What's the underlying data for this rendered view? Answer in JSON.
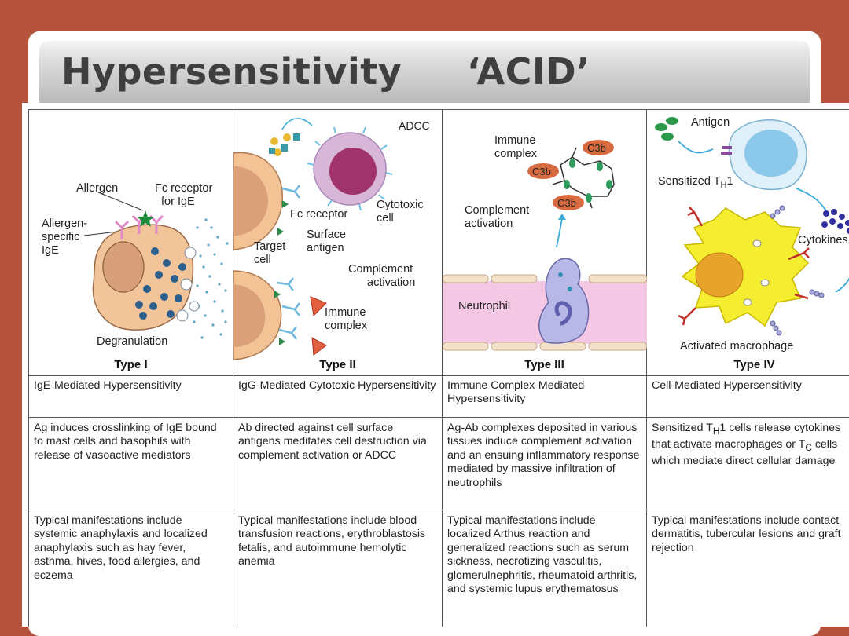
{
  "slide": {
    "title": "Hypersensitivity     ‘ACID’"
  },
  "figures": {
    "type1": {
      "allergen": "Allergen",
      "fc_receptor": "Fc receptor",
      "for_ige": "for IgE",
      "allergen_specific_1": "Allergen-",
      "allergen_specific_2": "specific",
      "allergen_specific_3": "IgE",
      "degranulation": "Degranulation",
      "label": "Type I"
    },
    "type2": {
      "adcc": "ADCC",
      "fc_receptor": "Fc receptor",
      "cytotoxic_1": "Cytotoxic",
      "cytotoxic_2": "cell",
      "surface_1": "Surface",
      "surface_2": "antigen",
      "target_1": "Target",
      "target_2": "cell",
      "complement_1": "Complement",
      "complement_2": "activation",
      "immune_1": "Immune",
      "immune_2": "complex",
      "label": "Type II"
    },
    "type3": {
      "immune_1": "Immune",
      "immune_2": "complex",
      "c3b": "C3b",
      "complement_1": "Complement",
      "complement_2": "activation",
      "neutrophil": "Neutrophil",
      "label": "Type III"
    },
    "type4": {
      "antigen": "Antigen",
      "sensitized": "Sensitized T",
      "sensitized_sub": "H",
      "sensitized_tail": "1",
      "cytokines": "Cytokines",
      "macrophage": "Activated macrophage",
      "label": "Type IV"
    }
  },
  "rows": {
    "names": [
      "IgE-Mediated Hypersensitivity",
      "IgG-Mediated Cytotoxic Hypersensitivity",
      "Immune Complex-Mediated Hypersensitivity",
      "Cell-Mediated Hypersensitivity"
    ],
    "mechanisms": [
      "Ag induces crosslinking of IgE bound to mast cells and basophils with release of vasoactive mediators",
      "Ab directed against cell surface antigens meditates cell destruction via complement activation or ADCC",
      "Ag-Ab complexes deposited in various tissues induce complement activation and an ensuing inflammatory response mediated by massive infiltration of neutrophils",
      ""
    ],
    "type4_mechanism": {
      "a": "Sensitized T",
      "a_sub": "H",
      "b": "1 cells release cytokines that activate macrophages or T",
      "b_sub": "C",
      "c": " cells which mediate direct cellular damage"
    },
    "manifestations": [
      "Typical manifestations include systemic anaphylaxis and localized anaphylaxis such as hay fever, asthma, hives, food allergies, and eczema",
      "Typical manifestations include blood transfusion reactions, erythroblastosis fetalis, and autoimmune hemolytic anemia",
      "Typical manifestations include localized Arthus reaction and generalized reactions such as serum sickness, necrotizing vasculitis, glomerulnephritis, rheumatoid arthritis, and systemic lupus erythematosus",
      "Typical manifestations include contact dermatitis, tubercular lesions and graft rejection"
    ]
  }
}
